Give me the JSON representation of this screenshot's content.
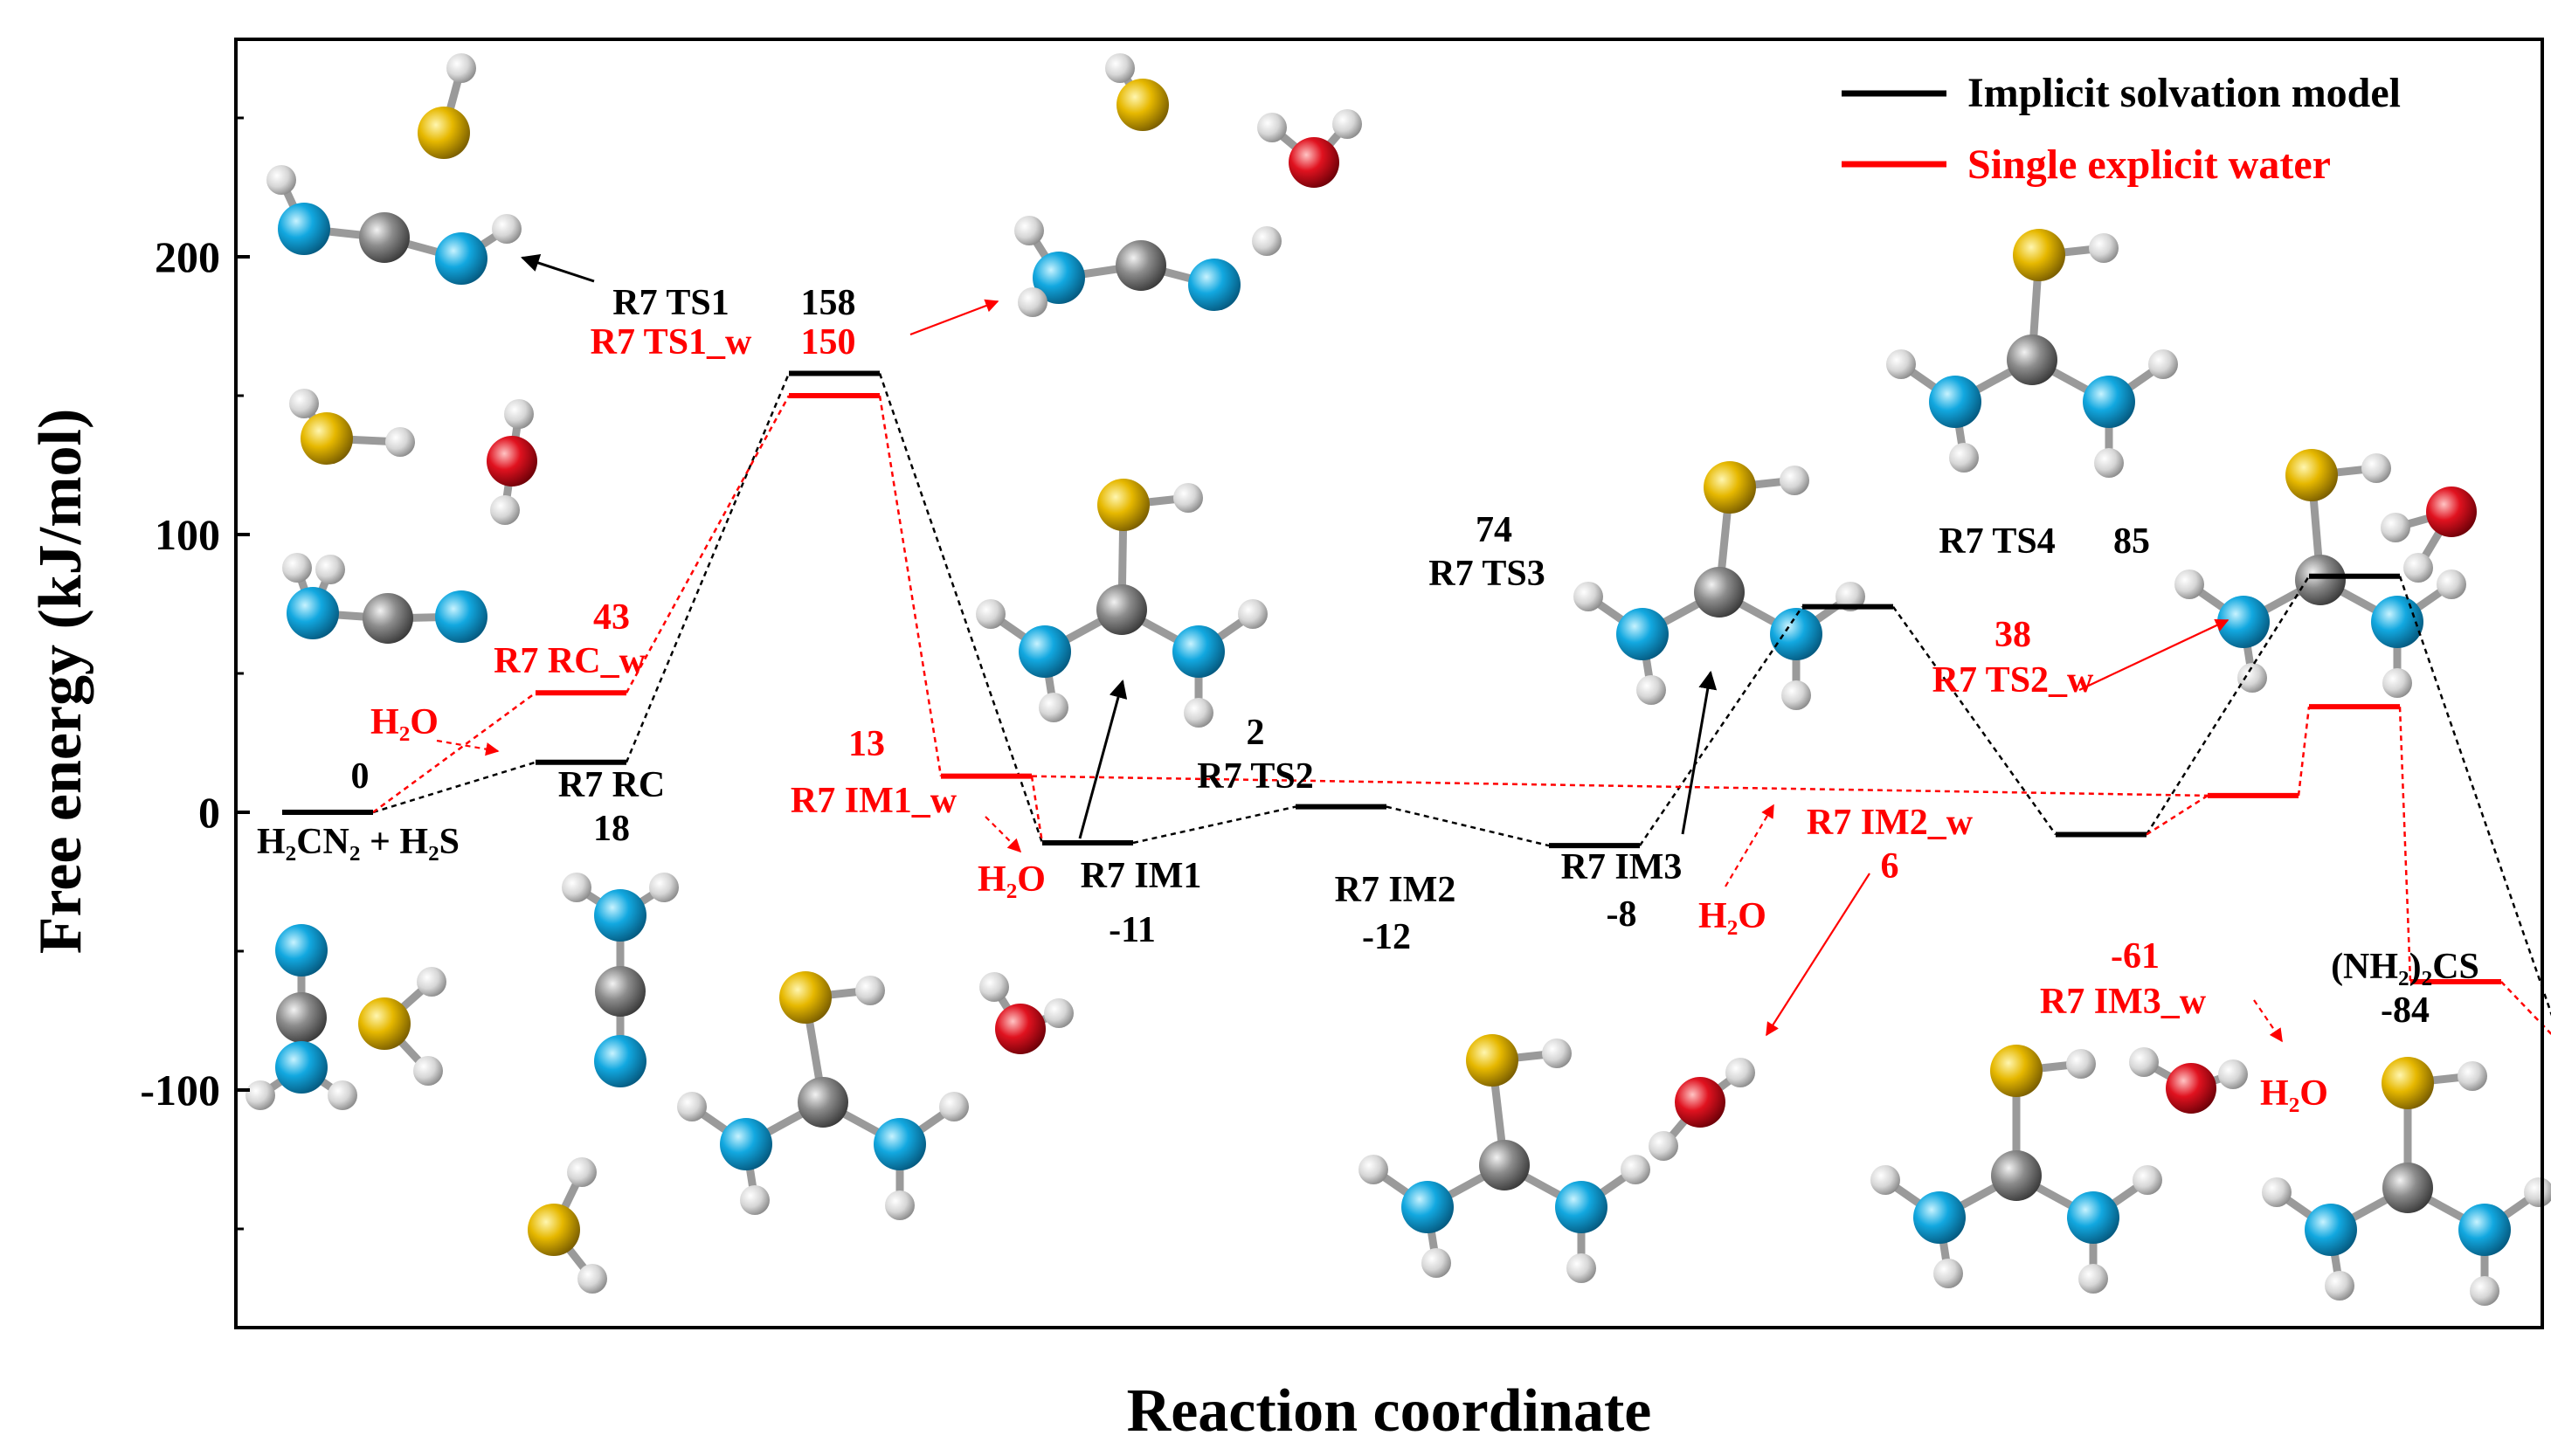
{
  "chart_data": {
    "type": "line",
    "xlabel": "Reaction coordinate",
    "ylabel": "Free energy (kJ/mol)",
    "ylim": [
      -185,
      275
    ],
    "yticks": [
      -100,
      0,
      100,
      200
    ],
    "legend_position": "top-right",
    "colors": {
      "implicit": "#000000",
      "explicit": "#ff0000"
    },
    "series": [
      {
        "name": "Implicit solvation model",
        "color": "#000000",
        "points": [
          {
            "x": 1,
            "y": 0,
            "label": "H₂CN₂ + H₂S",
            "value_label": "0"
          },
          {
            "x": 2,
            "y": 18,
            "label": "R7 RC",
            "value_label": "18"
          },
          {
            "x": 3,
            "y": 158,
            "label": "R7 TS1",
            "value_label": "158"
          },
          {
            "x": 4,
            "y": -11,
            "label": "R7 IM1",
            "value_label": "-11"
          },
          {
            "x": 5,
            "y": 2,
            "label": "R7 TS2",
            "value_label": "2"
          },
          {
            "x": 6,
            "y": -12,
            "label": "R7 IM2",
            "value_label": "-12"
          },
          {
            "x": 7,
            "y": 74,
            "label": "R7 TS3",
            "value_label": "74"
          },
          {
            "x": 8,
            "y": -8,
            "label": "R7 IM3",
            "value_label": "-8"
          },
          {
            "x": 9,
            "y": 85,
            "label": "R7 TS4",
            "value_label": "85"
          },
          {
            "x": 10,
            "y": -84,
            "label": "(NH₂)₂CS",
            "value_label": "-84"
          }
        ]
      },
      {
        "name": "Single explicit water",
        "color": "#ff0000",
        "points": [
          {
            "x": 2,
            "y": 43,
            "label": "R7 RC_w",
            "value_label": "43"
          },
          {
            "x": 3,
            "y": 150,
            "label": "R7 TS1_w",
            "value_label": "150"
          },
          {
            "x": 3.6,
            "y": 13,
            "label": "R7 IM1_w",
            "value_label": "13"
          },
          {
            "x": 8.6,
            "y": 6,
            "label": "R7 IM2_w",
            "value_label": "6"
          },
          {
            "x": 9,
            "y": 38,
            "label": "R7 TS2_w",
            "value_label": "38"
          },
          {
            "x": 9.4,
            "y": -61,
            "label": "R7 IM3_w",
            "value_label": "-61"
          }
        ]
      }
    ],
    "water_labels": [
      "H₂O",
      "H₂O",
      "H₂O",
      "H₂O"
    ]
  }
}
